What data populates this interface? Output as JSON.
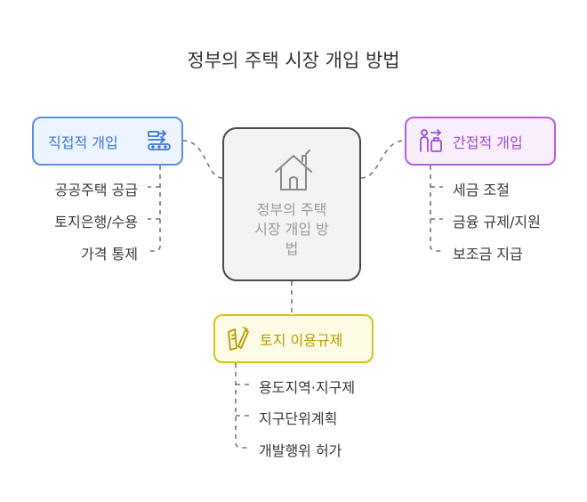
{
  "title": "정부의 주택 시장 개입 방법",
  "center": {
    "label_lines": [
      "정부의 주택",
      "시장 개입 방",
      "법"
    ],
    "icon": "house-icon"
  },
  "branches": {
    "direct": {
      "label": "직접적 개입",
      "icon": "conveyor-icon",
      "color": "#5a8fe0",
      "items": [
        "공공주택 공급",
        "토지은행/수용",
        "가격 통제"
      ]
    },
    "indirect": {
      "label": "간접적 개입",
      "icon": "traveler-luggage-icon",
      "color": "#b55ee0",
      "items": [
        "세금 조절",
        "금융 규제/지원",
        "보조금 지급"
      ]
    },
    "land": {
      "label": "토지 이용규제",
      "icon": "document-pen-icon",
      "color": "#d9c320",
      "items": [
        "용도지역·지구제",
        "지구단위계획",
        "개발행위 허가"
      ]
    }
  }
}
